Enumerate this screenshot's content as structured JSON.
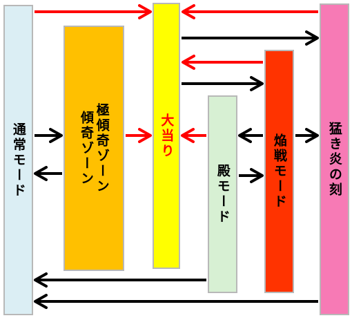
{
  "boxes": {
    "normal": "通常モード",
    "extreme_col1": "極傾奇ゾーン",
    "extreme_col2": "傾奇ゾーン",
    "jackpot": "大当り",
    "den": "殿モード",
    "honoo": "焔戦モード",
    "moekien": "猛き炎の刻"
  },
  "colors": {
    "normal": "#dbeef4",
    "extreme": "#ffc000",
    "jackpot": "#ffff00",
    "jackpot_text": "#ff0000",
    "den": "#d7f0d3",
    "honoo": "#ff3300",
    "moekien": "#f77ab5",
    "arrow_red": "#ff0000",
    "arrow_black": "#000000"
  },
  "arrows": [
    {
      "from": "normal",
      "to": "jackpot",
      "color": "red"
    },
    {
      "from": "moekien",
      "to": "jackpot",
      "color": "red"
    },
    {
      "from": "jackpot",
      "to": "moekien",
      "color": "black"
    },
    {
      "from": "honoo",
      "to": "jackpot",
      "color": "red"
    },
    {
      "from": "jackpot",
      "to": "honoo",
      "color": "black"
    },
    {
      "from": "normal",
      "to": "extreme",
      "color": "black"
    },
    {
      "from": "extreme",
      "to": "normal",
      "color": "black"
    },
    {
      "from": "extreme",
      "to": "jackpot",
      "color": "red"
    },
    {
      "from": "den",
      "to": "jackpot",
      "color": "red"
    },
    {
      "from": "honoo",
      "to": "den",
      "color": "black"
    },
    {
      "from": "den",
      "to": "honoo",
      "color": "black"
    },
    {
      "from": "honoo",
      "to": "moekien",
      "color": "black"
    },
    {
      "from": "den",
      "to": "normal",
      "color": "black"
    },
    {
      "from": "moekien",
      "to": "normal",
      "color": "black"
    }
  ]
}
